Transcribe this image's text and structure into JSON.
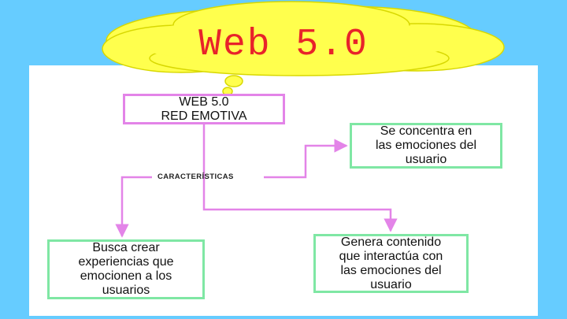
{
  "title": "Web 5.0",
  "root": {
    "text": "WEB 5.0\nRED EMOTIVA"
  },
  "branch_label": "CARACTERÍSTICAS",
  "characteristics": [
    {
      "text": "Se concentra en\nlas emociones del\nusuario"
    },
    {
      "text": "Busca crear\nexperiencias que\nemocionen a los\nusuarios"
    },
    {
      "text": "Genera contenido\nque interactúa con\nlas emociones del\nusuario"
    }
  ],
  "colors": {
    "background": "#66ccff",
    "cloud": "#ffff4d",
    "title": "#e8232a",
    "connector": "#e384e8",
    "root_border": "#e384e8",
    "leaf_border": "#7fe7a4"
  }
}
